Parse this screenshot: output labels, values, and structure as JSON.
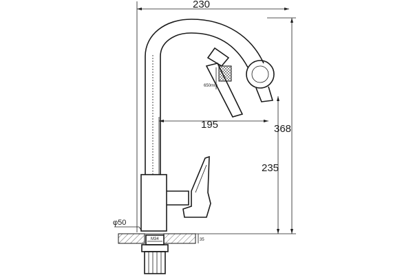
{
  "dimensions": {
    "total_width": "230",
    "total_height": "368",
    "spout_reach": "195",
    "spout_height": "235",
    "base_diameter": "φ50",
    "hose_length": "650mm",
    "thread_label": "M34",
    "mount_thickness": "35"
  }
}
